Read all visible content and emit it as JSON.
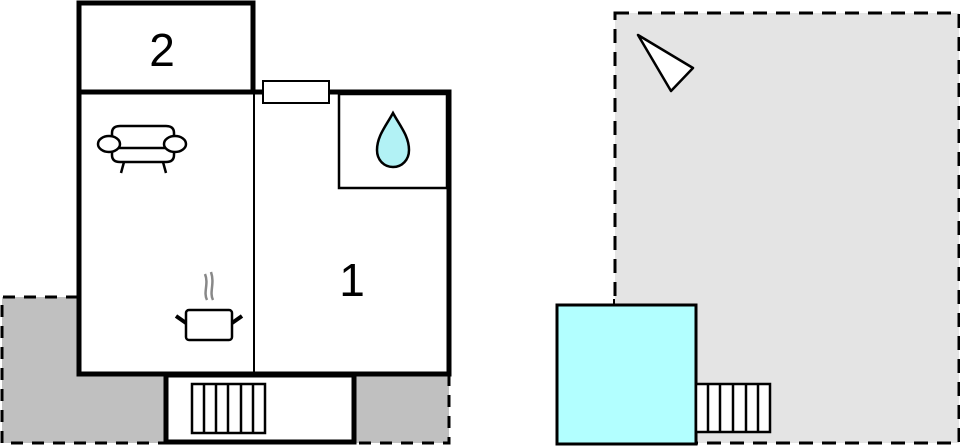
{
  "diagram": {
    "type": "floor-plan",
    "colors": {
      "wall": "#000000",
      "room_fill": "#ffffff",
      "terrace_fill": "#c0c0c0",
      "garden_fill": "#e4e4e4",
      "pool_fill": "#b2ffff",
      "water_drop_fill": "#b2f2f5",
      "steam": "#888888"
    },
    "rooms": [
      {
        "id": "room-2",
        "label": "2"
      },
      {
        "id": "room-1",
        "label": "1"
      }
    ],
    "icons": [
      {
        "name": "sofa-icon",
        "room": "living"
      },
      {
        "name": "cooking-pot-icon",
        "room": "kitchen"
      },
      {
        "name": "water-drop-icon",
        "room": "bathroom"
      },
      {
        "name": "north-arrow-icon",
        "area": "garden"
      }
    ],
    "areas": [
      {
        "id": "terrace-left",
        "kind": "terrace"
      },
      {
        "id": "terrace-right",
        "kind": "terrace"
      },
      {
        "id": "garden",
        "kind": "garden"
      },
      {
        "id": "pool",
        "kind": "swimming-pool"
      }
    ],
    "stairs": [
      {
        "id": "entry-stairs",
        "steps": 6
      },
      {
        "id": "pool-stairs",
        "steps": 6
      }
    ]
  }
}
